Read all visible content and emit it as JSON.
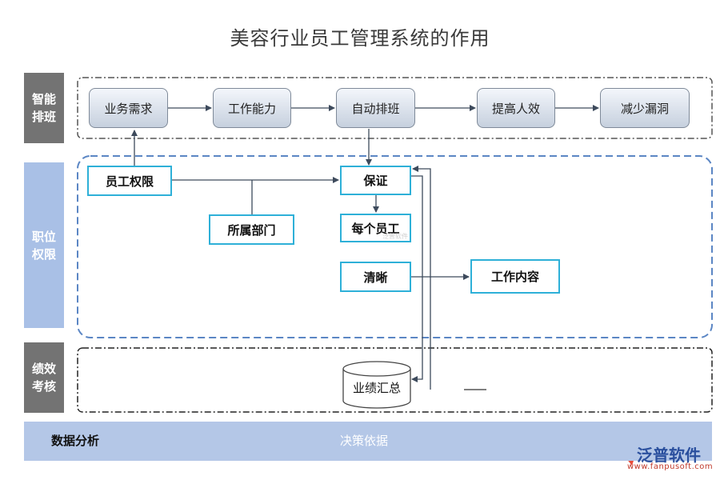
{
  "title": "美容行业员工管理系统的作用",
  "rows": {
    "row1_label": "智能排班",
    "row2_label": "职位权限",
    "row3_label": "绩效考核",
    "row4_label": "数据分析"
  },
  "flow": [
    "业务需求",
    "工作能力",
    "自动排班",
    "提高人效",
    "减少漏洞"
  ],
  "permission": {
    "staff_permission": "员工权限",
    "department": "所属部门",
    "guarantee": "保证",
    "each_employee": "每个员工",
    "clear": "清晰",
    "work_content": "工作内容"
  },
  "performance": {
    "summary": "业绩汇总"
  },
  "analysis": {
    "basis": "决策依据"
  },
  "brand": {
    "name": "泛普软件",
    "url": "www.fanpusoft.com",
    "watermark": "泛普软件"
  },
  "colors": {
    "side_dark": "#737373",
    "side_blue": "#a9c0e6",
    "box_border": "#2eb0d8",
    "dashed_blue": "#5b86c4",
    "bottom_bar": "#b4c7e7"
  }
}
